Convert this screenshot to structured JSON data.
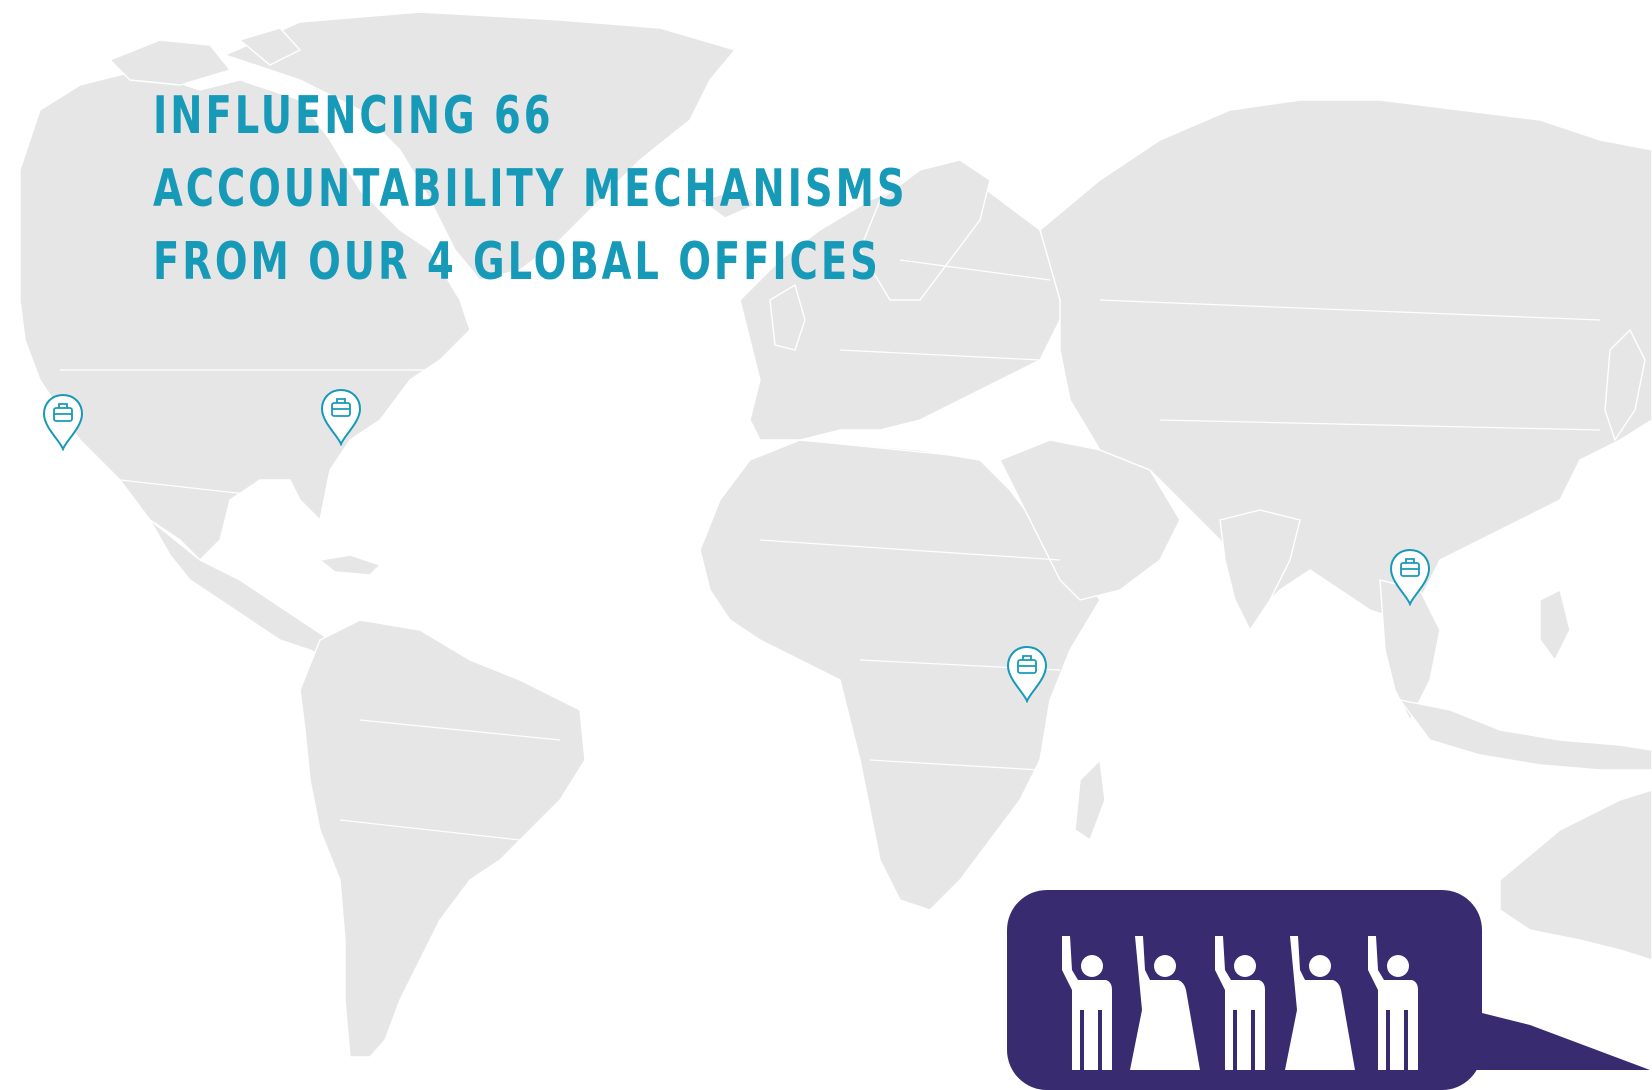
{
  "headline": {
    "line1": "INFLUENCING 66",
    "line2": "ACCOUNTABILITY MECHANISMS",
    "line3": "FROM OUR 4 GLOBAL OFFICES"
  },
  "colors": {
    "accent": "#1799b8",
    "land": "#e6e6e6",
    "banner": "#392b70",
    "background": "#ffffff"
  },
  "map": {
    "office_pins": [
      {
        "icon": "briefcase-icon",
        "location": "US West Coast"
      },
      {
        "icon": "briefcase-icon",
        "location": "US East Coast"
      },
      {
        "icon": "briefcase-icon",
        "location": "East Africa"
      },
      {
        "icon": "briefcase-icon",
        "location": "Southeast Asia"
      }
    ]
  },
  "banner": {
    "icon": "raised-hands-people-icon",
    "people_count": 5
  }
}
